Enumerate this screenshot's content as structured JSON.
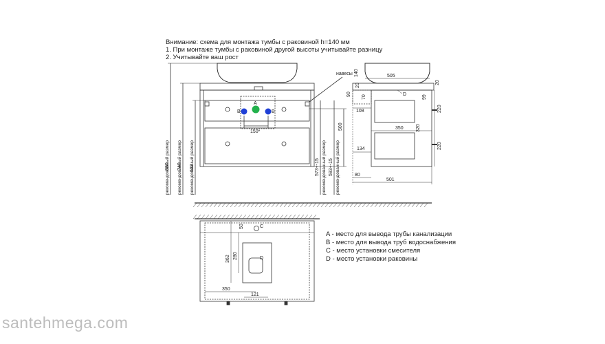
{
  "notes": {
    "title": "Внимание: схема для монтажа тумбы с раковиной h=140 мм",
    "line1": "1. При монтаже тумбы с раковиной другой высоты учитывайте разницу",
    "line2": "2. Учитывайте ваш рост"
  },
  "front_view": {
    "dim_880": "880",
    "dim_740": "740",
    "dim_633": "633",
    "rec_label": "рекомендованный размер",
    "dim_573": "573+-15",
    "dim_593": "593+-15",
    "dim_500": "500",
    "dim_150": "150*",
    "label_a": "A",
    "label_b": "B",
    "label_naves": "навесы"
  },
  "side_view": {
    "dim_505": "505",
    "dim_140": "140",
    "dim_20a": "20",
    "dim_90": "90",
    "dim_20b": "20",
    "dim_70": "70",
    "dim_99": "99",
    "dim_108": "108",
    "label_d": "D",
    "dim_220a": "220",
    "dim_320": "320",
    "dim_350": "350",
    "dim_220b": "220",
    "dim_134": "134",
    "dim_80": "80",
    "dim_501": "501"
  },
  "top_view": {
    "dim_50": "50",
    "label_c": "C",
    "dim_362": "362",
    "dim_280": "280",
    "label_d": "D",
    "dim_350": "350",
    "dim_121": "121"
  },
  "legend": {
    "a": "A - место для вывода трубы канализации",
    "b": "B - место для вывода труб водоснабжения",
    "c": "C - место установки смесителя",
    "d": "D - место установки раковины"
  },
  "watermark": "santehmega.com",
  "colors": {
    "line": "#333333",
    "pipe_a": "#22b14c",
    "pipe_b": "#1f3fd6"
  }
}
